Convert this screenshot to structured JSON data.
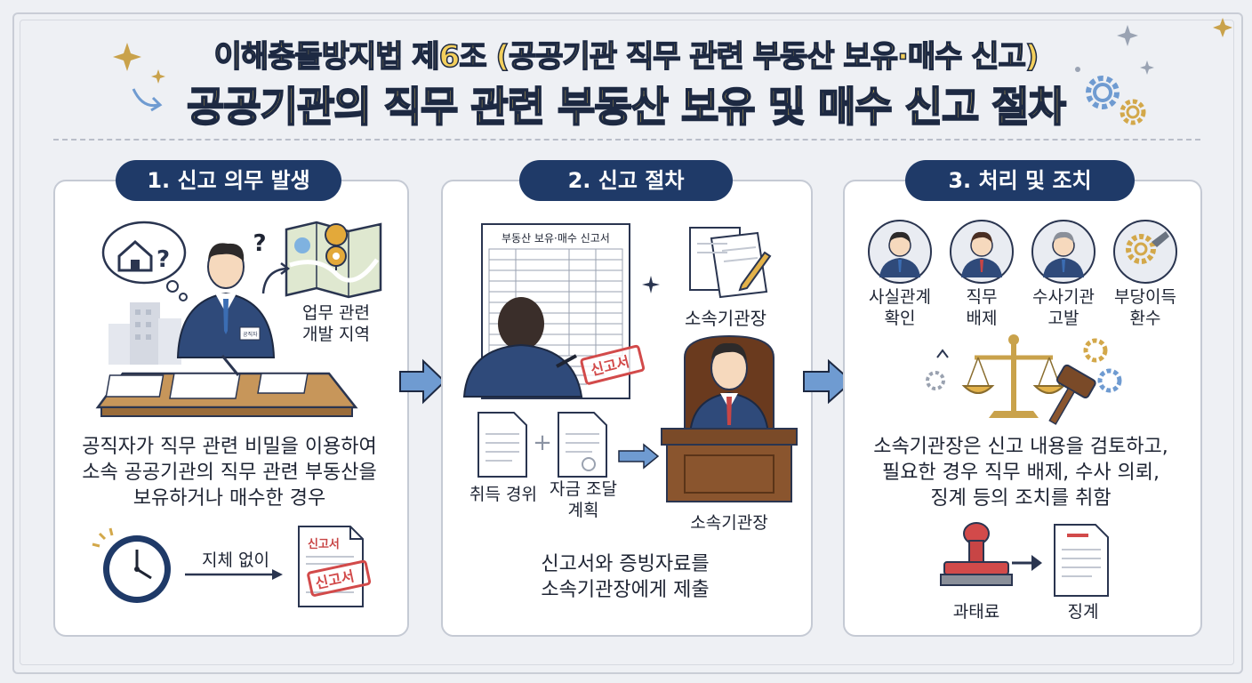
{
  "header": {
    "title_line1": "이해충돌방지법 제6조 (공공기관 직무 관련 부동산 보유·매수 신고)",
    "title_line2": "공공기관의 직무 관련 부동산 보유 및 매수 신고 절차"
  },
  "step1": {
    "heading": "1. 신고 의무 발생",
    "question_mark": "?",
    "map_caption": "업무 관련\n개발 지역",
    "name_tag": "공직자",
    "description": "공직자가 직무 관련 비밀을 이용하여\n소속 공공기관의 직무 관련 부동산을\n보유하거나 매수한 경우",
    "arrow_label": "지체 없이",
    "doc_label": "신고서",
    "stamp_label": "신고서"
  },
  "step2": {
    "heading": "2. 신고 절차",
    "form_title": "부동산 보유·매수 신고서",
    "stamp_label": "신고서",
    "recipient_top": "소속기관장",
    "doc1_label": "취득 경위",
    "plus": "+",
    "doc2_label": "자금 조달\n계획",
    "official_label": "소속기관장",
    "description": "신고서와 증빙자료를\n소속기관장에게 제출"
  },
  "step3": {
    "heading": "3. 처리 및 조치",
    "actions": [
      {
        "label": "사실관계\n확인"
      },
      {
        "label": "직무\n배제"
      },
      {
        "label": "수사기관\n고발"
      },
      {
        "label": "부당이득\n환수"
      }
    ],
    "description": "소속기관장은 신고 내용을 검토하고,\n필요한 경우 직무 배제, 수사 의뢰,\n징계 등의 조치를 취함",
    "stamp_label": "과태료",
    "doc_label": "징계"
  },
  "colors": {
    "navy": "#1f3a68",
    "gold": "#f3cf5c",
    "arrow_blue": "#6f9bd1",
    "stamp_red": "#d24a4a"
  }
}
